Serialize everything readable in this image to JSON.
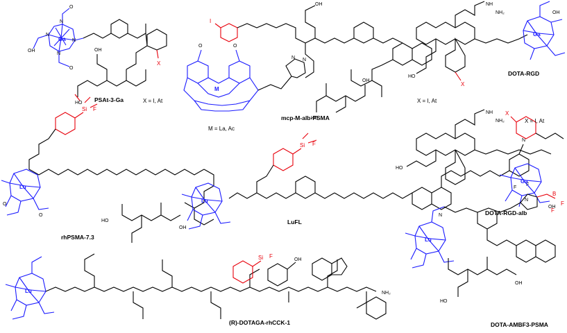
{
  "compounds": [
    {
      "name": "PSAt-3-Ga",
      "metal": "Ga",
      "tag": "X",
      "note": "X = I, At"
    },
    {
      "name": "mcp-M-alb-PSMA",
      "metal": "M",
      "tag": "I",
      "note": "M = La, Ac"
    },
    {
      "name": "DOTA-RGD",
      "metal": "Ga",
      "tag": "X",
      "note": "X = I, At"
    },
    {
      "name": "rhPSMA-7.3",
      "metal": "Lu",
      "tag": "Si"
    },
    {
      "name": "LuFL",
      "metal": "Lu",
      "tag": "Si"
    },
    {
      "name": "DOTA-RGD-alb",
      "metal": "Ga",
      "tag": "X",
      "note": "X = I, At"
    },
    {
      "name": "(R)-DOTAGA-rhCCK-1",
      "metal": "Lu",
      "tag": "Si"
    },
    {
      "name": "DOTA-AMBF3-PSMA",
      "metal": "Lu",
      "tag": "BF3"
    }
  ],
  "colors": {
    "chelator": "#1a1aff",
    "tag": "#e8000b",
    "bonds": "#000000"
  }
}
